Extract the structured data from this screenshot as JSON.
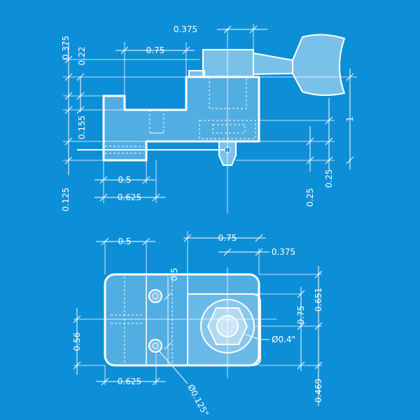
{
  "side_view": {
    "dims": {
      "left_total": "0.375",
      "left_top": "0.22",
      "left_mid": "0.155",
      "left_bottom": "0.125",
      "top_offset": "0.375",
      "top_width": "0.75",
      "bottom_inner": "0.5",
      "bottom_outer": "0.625",
      "right_height": "1",
      "right_lower": "0.25",
      "right_bottom": "0.25"
    }
  },
  "top_view": {
    "dims": {
      "width_left": "0.5",
      "width_right": "0.75",
      "right_offset": "0.375",
      "hole_gap": "0.5",
      "height_total": "0.56",
      "bottom_width": "0.625",
      "right_top": "0.651",
      "right_mid": "0.75",
      "right_bottom": "0.469",
      "post_diameter": "Ø0.4\"",
      "hole_diameter": "Ø0.125\""
    }
  },
  "colors": {
    "background": "#0d8fd8",
    "line": "#ffffff"
  }
}
